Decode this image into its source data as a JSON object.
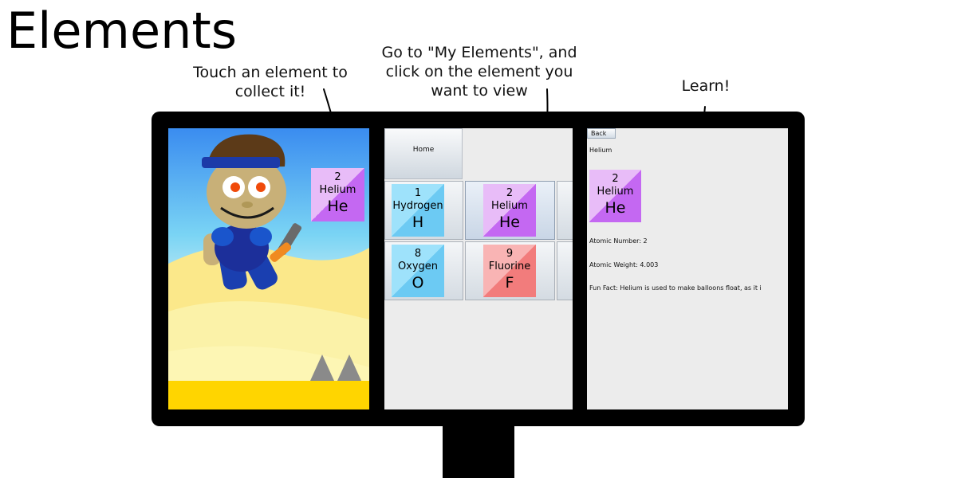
{
  "title": "Elements",
  "notes": {
    "collect": "Touch an element to collect it!",
    "view": "Go to \"My Elements\", and click on the element you want to view",
    "learn": "Learn!"
  },
  "game": {
    "tile": {
      "number": "2",
      "name": "Helium",
      "symbol": "He"
    }
  },
  "my_elements": {
    "home_label": "Home",
    "tiles": [
      {
        "number": "1",
        "name": "Hydrogen",
        "symbol": "H"
      },
      {
        "number": "2",
        "name": "Helium",
        "symbol": "He"
      },
      {
        "number": "8",
        "name": "Oxygen",
        "symbol": "O"
      },
      {
        "number": "9",
        "name": "Fluorine",
        "symbol": "F"
      }
    ]
  },
  "detail": {
    "back_label": "Back",
    "element_heading": "Helium",
    "tile": {
      "number": "2",
      "name": "Helium",
      "symbol": "He"
    },
    "atomic_number": "Atomic Number: 2",
    "atomic_weight": "Atomic Weight: 4.003",
    "fun_fact": "Fun Fact: Helium is used to make balloons float, as it i"
  },
  "colors": {
    "helium": "#c468f2",
    "hydrogen": "#6ccaf3",
    "oxygen": "#6ccaf3",
    "fluorine": "#f27c7c",
    "monitor": "#000000"
  }
}
